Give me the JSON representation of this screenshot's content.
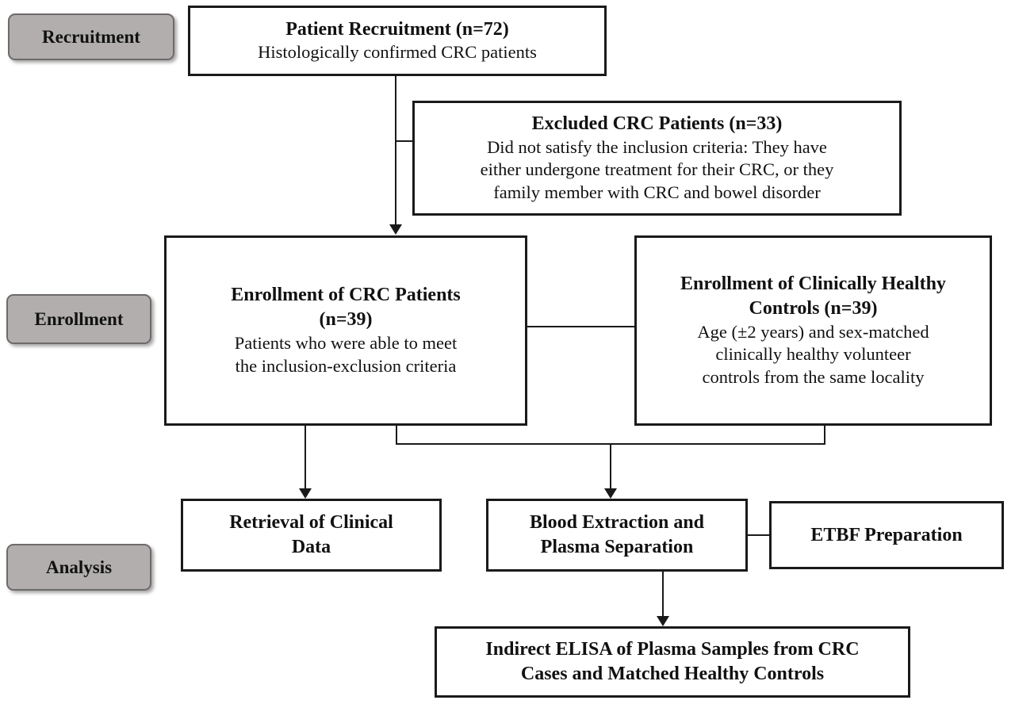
{
  "diagram": {
    "stages": {
      "recruitment": "Recruitment",
      "enrollment": "Enrollment",
      "analysis": "Analysis"
    },
    "boxes": {
      "patient_recruitment": {
        "title": "Patient Recruitment (n=72)",
        "body": "Histologically confirmed CRC patients"
      },
      "excluded": {
        "title": "Excluded CRC Patients (n=33)",
        "body": "Did not satisfy the inclusion criteria: They have\neither undergone treatment for their CRC, or they\nfamily member with CRC and bowel disorder"
      },
      "enrollment_crc": {
        "title": "Enrollment of CRC Patients\n(n=39)",
        "body": "Patients who were able to meet\nthe inclusion-exclusion criteria"
      },
      "enrollment_controls": {
        "title": "Enrollment of Clinically Healthy\nControls (n=39)",
        "body": "Age (±2 years) and sex-matched\nclinically healthy volunteer\ncontrols from the same locality"
      },
      "retrieval": {
        "title": "Retrieval of Clinical\nData"
      },
      "blood_extraction": {
        "title": "Blood Extraction and\nPlasma Separation"
      },
      "etbf": {
        "title": "ETBF Preparation"
      },
      "elisa": {
        "title": "Indirect ELISA of Plasma Samples from CRC\nCases and Matched Healthy Controls"
      }
    },
    "colors": {
      "background": "#ffffff",
      "box_border": "#1a1a1a",
      "stage_label_bg": "#b2aeae",
      "stage_label_border": "#6e6a6a"
    }
  }
}
